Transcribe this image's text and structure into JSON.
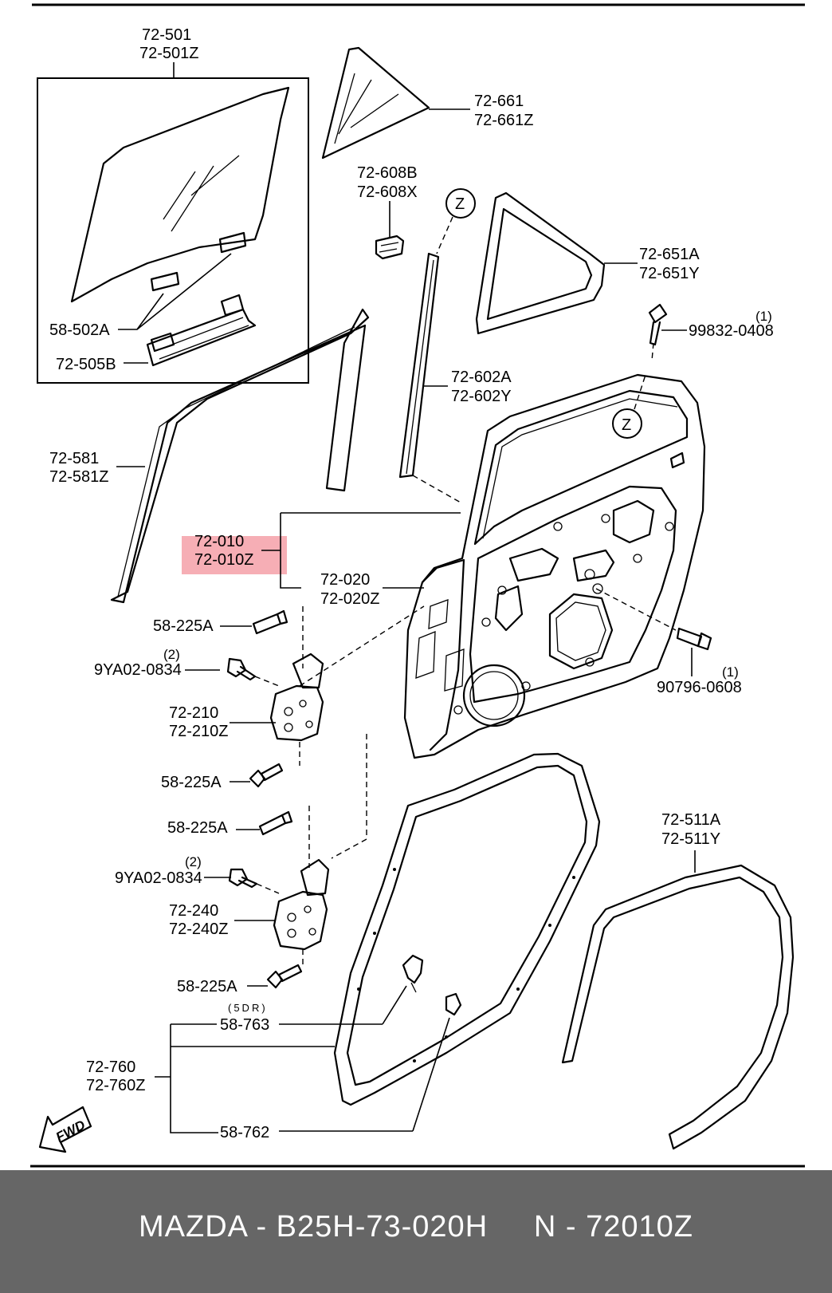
{
  "labels": {
    "l72_501": "72-501",
    "l72_501z": "72-501Z",
    "l72_661": "72-661",
    "l72_661z": "72-661Z",
    "l72_608b": "72-608B",
    "l72_608x": "72-608X",
    "l72_651a": "72-651A",
    "l72_651y": "72-651Y",
    "l99832_0408": "99832-0408",
    "q1a": "(1)",
    "l58_502a": "58-502A",
    "l72_505b": "72-505B",
    "l72_602a": "72-602A",
    "l72_602y": "72-602Y",
    "l72_581": "72-581",
    "l72_581z": "72-581Z",
    "l72_010": "72-010",
    "l72_010z": "72-010Z",
    "l72_020": "72-020",
    "l72_020z": "72-020Z",
    "l58_225a_1": "58-225A",
    "q2a": "(2)",
    "l9ya02_0834_1": "9YA02-0834",
    "l90796_0608": "90796-0608",
    "q1b": "(1)",
    "l72_210": "72-210",
    "l72_210z": "72-210Z",
    "l58_225a_2": "58-225A",
    "l58_225a_3": "58-225A",
    "q2b": "(2)",
    "l9ya02_0834_2": "9YA02-0834",
    "l72_240": "72-240",
    "l72_240z": "72-240Z",
    "l58_225a_4": "58-225A",
    "l72_511a": "72-511A",
    "l72_511y": "72-511Y",
    "l5dr": "(5DR)",
    "l58_763": "58-763",
    "l72_760": "72-760",
    "l72_760z": "72-760Z",
    "l58_762": "58-762",
    "z1": "Z",
    "z2": "Z",
    "fwd": "FWD"
  },
  "highlight": {
    "color": "#f4a0a8",
    "target": "72-010Z"
  },
  "footer": {
    "text": "MAZDA - B25H-73-020H     N - 72010Z"
  }
}
